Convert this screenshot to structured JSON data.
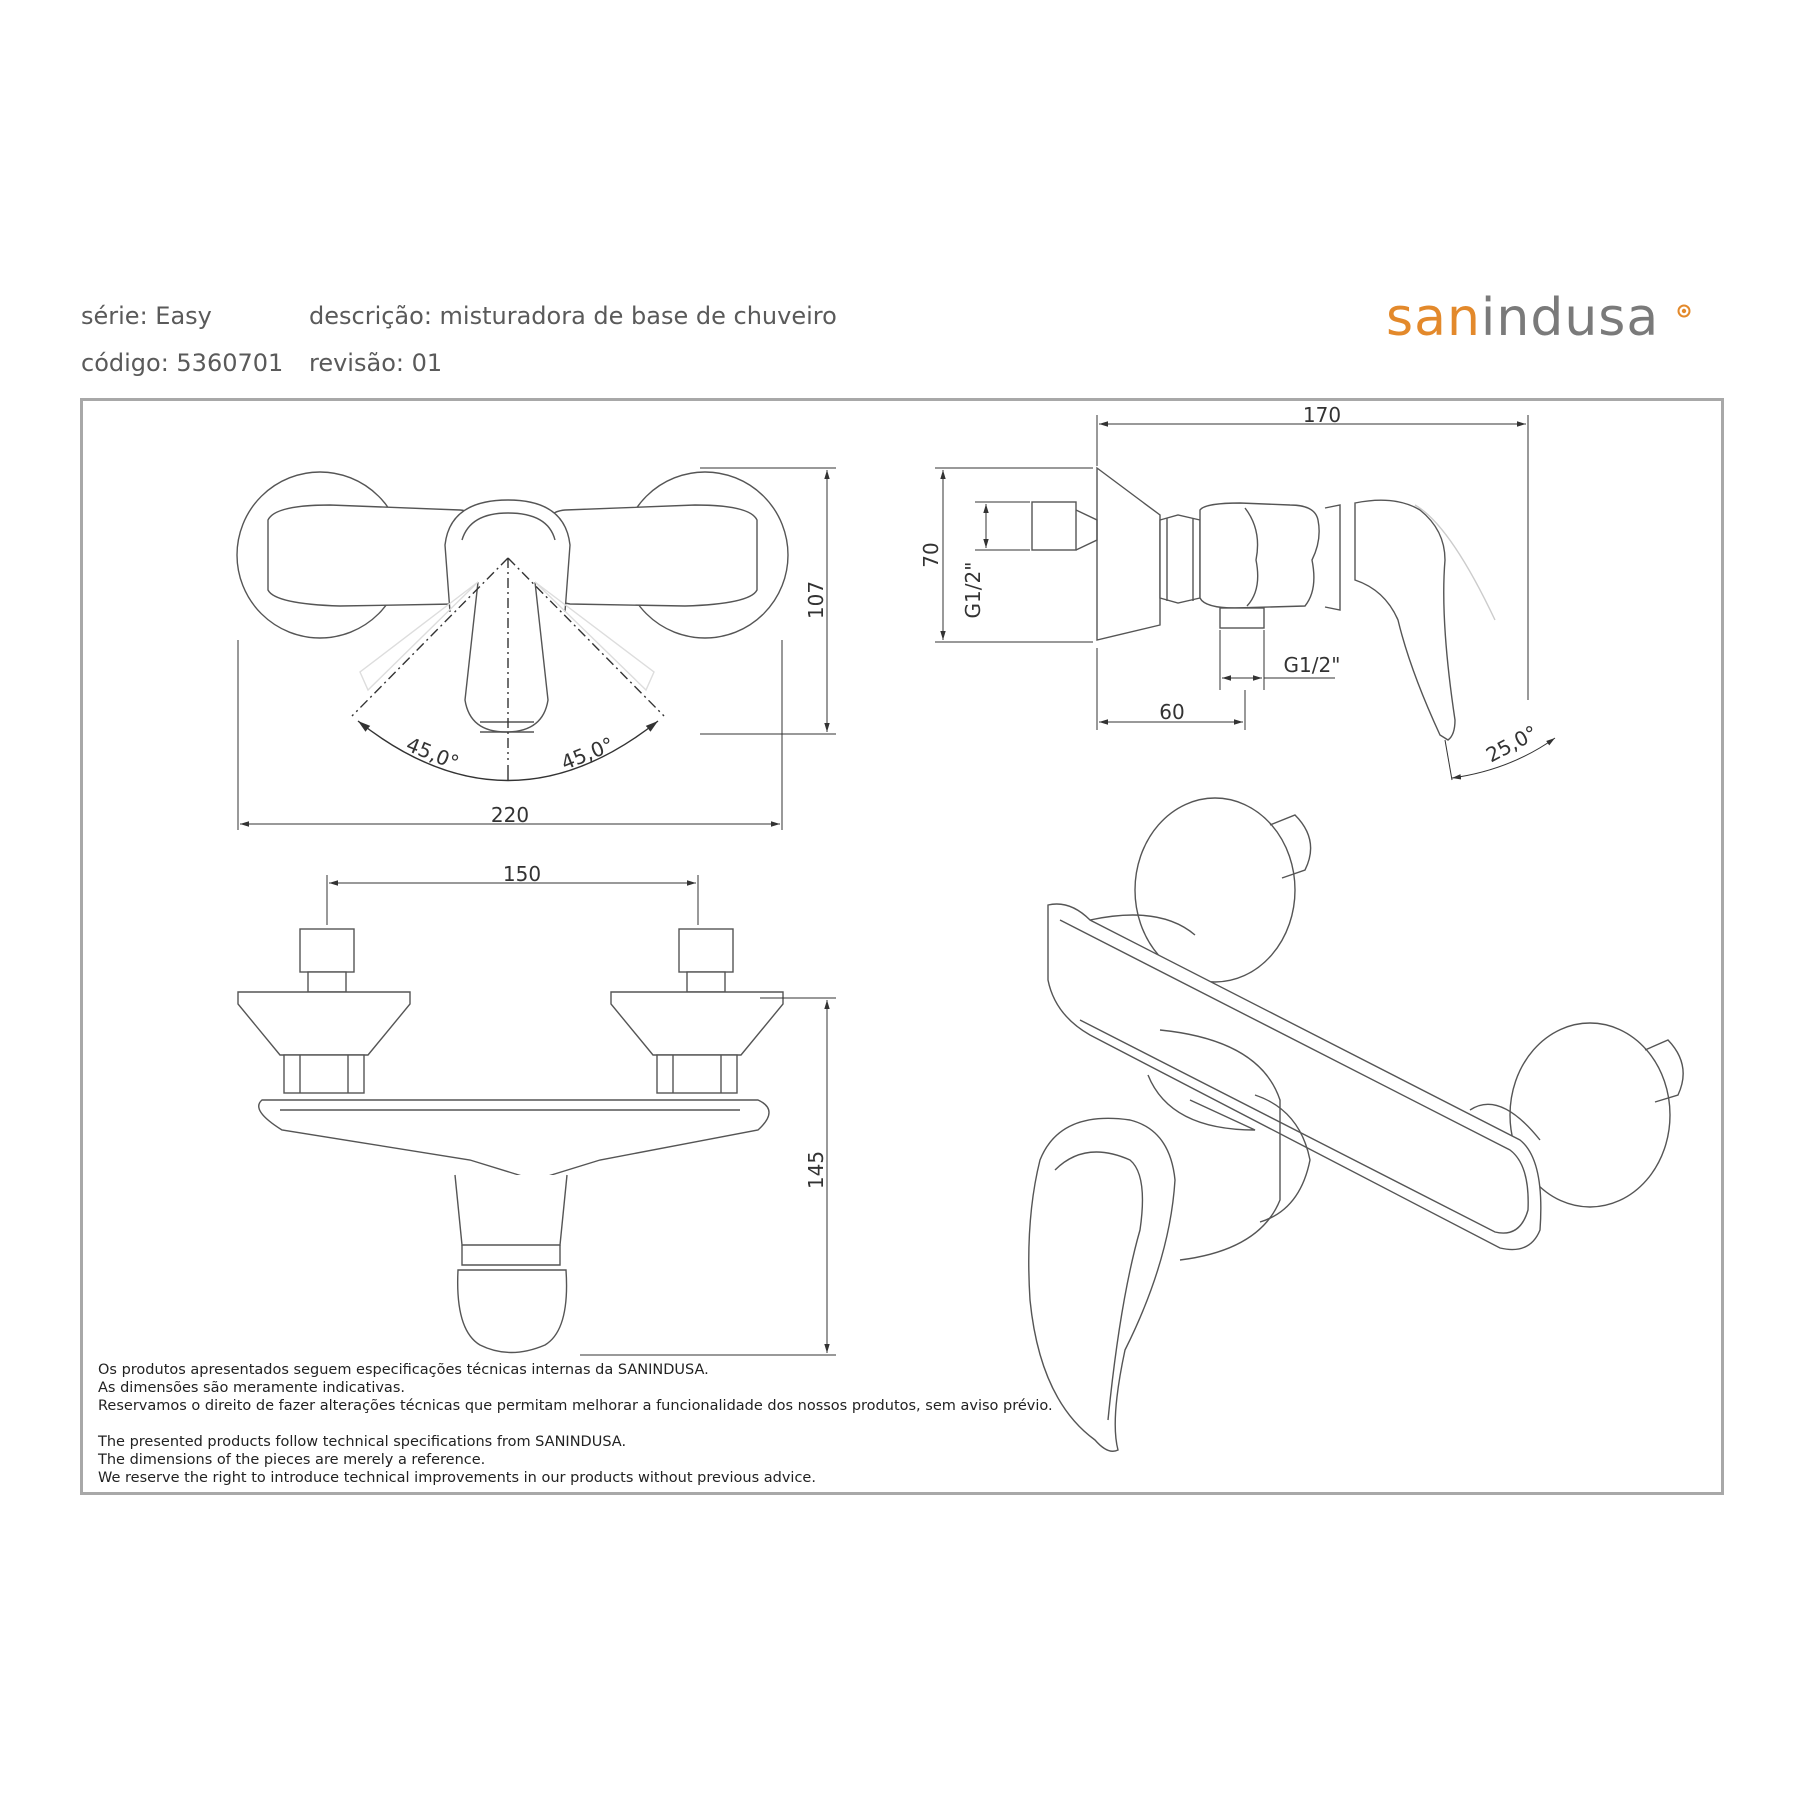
{
  "header": {
    "serie": "série: Easy",
    "codigo": "código: 5360701",
    "descricao": "descrição: misturadora de base de chuveiro",
    "revisao": "revisão: 01"
  },
  "logo": {
    "part1": "san",
    "part2": "indusa",
    "accent_color": "#e3892b",
    "text_color": "#7a7a7a"
  },
  "dimensions": {
    "top_width": "220",
    "top_height": "107",
    "angle_left": "45,0°",
    "angle_right": "45,0°",
    "side_width": "170",
    "side_height": "70",
    "side_thread_vertical": "G1/2\"",
    "side_thread_horizontal": "G1/2\"",
    "side_offset": "60",
    "side_angle": "25,0°",
    "front_spacing": "150",
    "front_height": "145"
  },
  "notes_pt": [
    "Os produtos apresentados seguem especificações técnicas internas da SANINDUSA.",
    "As dimensões são meramente indicativas.",
    "Reservamos o direito de fazer alterações técnicas que permitam melhorar a funcionalidade dos nossos produtos, sem aviso prévio."
  ],
  "notes_en": [
    "The presented products follow technical specifications from SANINDUSA.",
    "The dimensions of the pieces are merely a reference.",
    "We reserve the right to introduce technical improvements in our products without previous advice."
  ]
}
